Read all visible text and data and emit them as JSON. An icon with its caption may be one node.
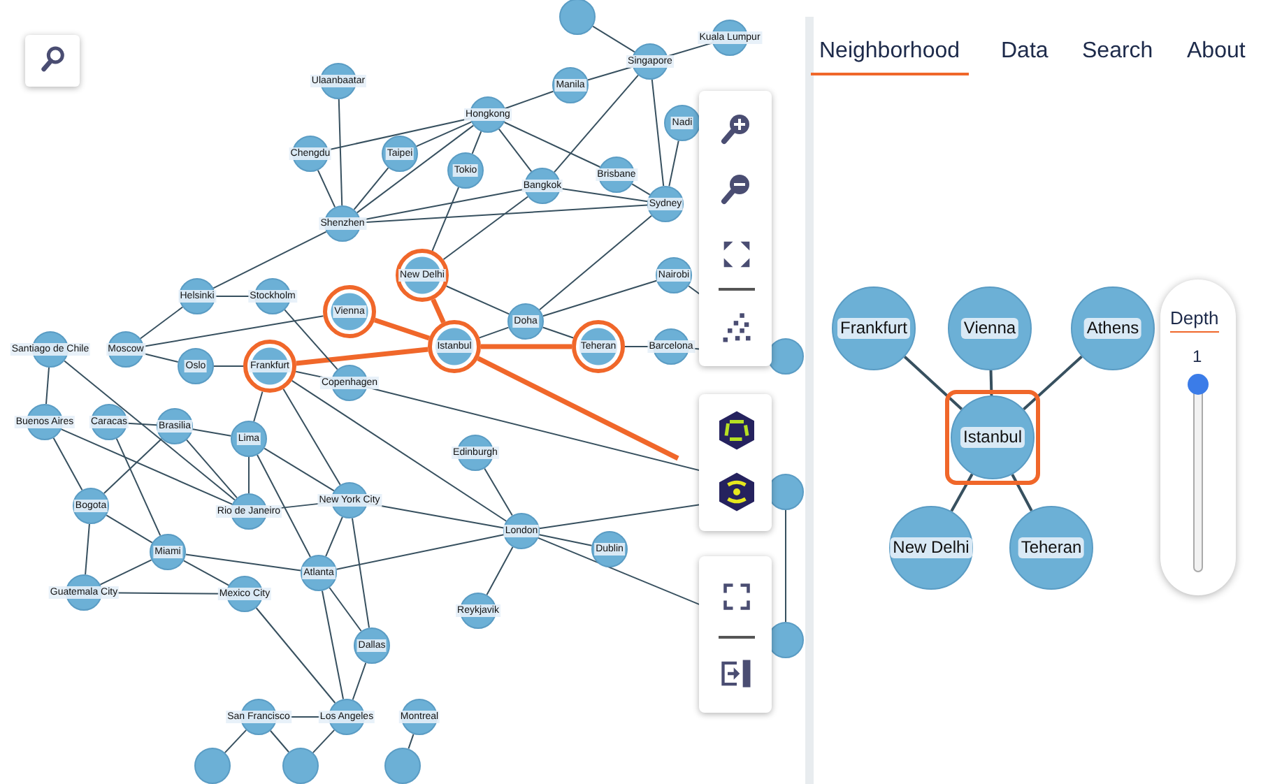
{
  "diagram": {
    "nodes": [
      {
        "text": [
          "Ulaanbaatar"
        ]
      },
      {
        "text": [
          "Chengdu"
        ]
      },
      {
        "text": [
          "Taipei"
        ]
      },
      {
        "text": [
          "Shenzhen"
        ]
      },
      {
        "text": [
          "Hongkong"
        ]
      },
      {
        "text": [
          "Manila"
        ]
      },
      {
        "text": [
          "Singapore"
        ]
      },
      {
        "text": [
          "Kuala Lumpur"
        ]
      },
      {
        "text": [
          "Tokio"
        ]
      },
      {
        "text": [
          "Bangkok"
        ]
      },
      {
        "text": [
          "Brisbane"
        ]
      },
      {
        "text": [
          "Nadi"
        ]
      },
      {
        "text": [
          "Sydney"
        ]
      },
      {
        "text": [
          "New Delhi"
        ]
      },
      {
        "text": [
          "Vienna"
        ]
      },
      {
        "text": [
          "Istanbul"
        ]
      },
      {
        "text": [
          "Doha"
        ]
      },
      {
        "text": [
          "Teheran"
        ]
      },
      {
        "text": [
          "Nairobi"
        ]
      },
      {
        "text": [
          "Barcelona"
        ]
      },
      {
        "text": [
          "Helsinki"
        ]
      },
      {
        "text": [
          "Stockholm"
        ]
      },
      {
        "text": [
          "Moscow"
        ]
      },
      {
        "text": [
          "Oslo"
        ]
      },
      {
        "text": [
          "Frankfurt"
        ]
      },
      {
        "text": [
          "Copenhagen"
        ]
      },
      {
        "text": [
          "Santiago de Chile"
        ]
      },
      {
        "text": [
          "Buenos Aires"
        ]
      },
      {
        "text": [
          "Caracas"
        ]
      },
      {
        "text": [
          "Brasilia"
        ]
      },
      {
        "text": [
          "Lima"
        ]
      },
      {
        "text": [
          "Bogota"
        ]
      },
      {
        "text": [
          "Rio de Janeiro"
        ]
      },
      {
        "text": [
          "Miami"
        ]
      },
      {
        "text": [
          "New York City"
        ]
      },
      {
        "text": [
          "Guatemala City"
        ]
      },
      {
        "text": [
          "Mexico City"
        ]
      },
      {
        "text": [
          "Atlanta"
        ]
      },
      {
        "text": [
          "Dallas"
        ]
      },
      {
        "text": [
          "San Francisco"
        ]
      },
      {
        "text": [
          "Los Angeles"
        ]
      },
      {
        "text": [
          "Montreal"
        ]
      },
      {
        "text": [
          "Edinburgh"
        ]
      },
      {
        "text": [
          "London"
        ]
      },
      {
        "text": [
          "Dublin"
        ]
      },
      {
        "text": [
          "Reykjavik"
        ]
      },
      {
        "text": [],
        "shape": "circle"
      },
      {
        "text": [],
        "shape": "circle"
      },
      {
        "text": [],
        "shape": "circle"
      },
      {
        "text": [],
        "shape": "circle"
      },
      {
        "text": [],
        "shape": "circle"
      },
      {
        "text": [],
        "shape": "circle"
      },
      {
        "text": [],
        "shape": "circle"
      },
      {
        "text": [
          "Frankfurt"
        ]
      },
      {
        "text": [
          "Vienna"
        ]
      },
      {
        "text": [
          "Athens"
        ]
      },
      {
        "text": [
          "Istanbul"
        ]
      },
      {
        "text": [
          "New Delhi"
        ]
      },
      {
        "text": [
          "Teheran"
        ]
      }
    ],
    "edges": [
      {
        "from": 15,
        "to": 13,
        "arrow": "none",
        "style": "thick",
        "color": "#f0672a"
      },
      {
        "from": 15,
        "to": 14,
        "arrow": "none",
        "style": "thick",
        "color": "#f0672a"
      },
      {
        "from": 15,
        "to": 24,
        "arrow": "none",
        "style": "thick",
        "color": "#f0672a"
      },
      {
        "from": 15,
        "to": 17,
        "arrow": "none",
        "style": "thick",
        "color": "#f0672a"
      },
      {
        "from": 15,
        "to": null,
        "arrow": "none",
        "style": "thick",
        "color": "#f0672a"
      },
      {
        "from": 0,
        "to": 3,
        "arrow": "none"
      },
      {
        "from": 1,
        "to": 3,
        "arrow": "none"
      },
      {
        "from": 1,
        "to": 4,
        "arrow": "none"
      },
      {
        "from": 2,
        "to": 3,
        "arrow": "none"
      },
      {
        "from": 2,
        "to": 4,
        "arrow": "none"
      },
      {
        "from": 3,
        "to": 4,
        "arrow": "none"
      },
      {
        "from": 3,
        "to": 9,
        "arrow": "none"
      },
      {
        "from": 3,
        "to": 12,
        "arrow": "none"
      },
      {
        "from": 3,
        "to": 20,
        "arrow": "none"
      },
      {
        "from": 4,
        "to": 5,
        "arrow": "none"
      },
      {
        "from": 4,
        "to": 8,
        "arrow": "none"
      },
      {
        "from": 4,
        "to": 9,
        "arrow": "none"
      },
      {
        "from": 4,
        "to": 10,
        "arrow": "none"
      },
      {
        "from": 5,
        "to": 6,
        "arrow": "none"
      },
      {
        "from": 6,
        "to": 7,
        "arrow": "none"
      },
      {
        "from": 6,
        "to": 9,
        "arrow": "none"
      },
      {
        "from": 6,
        "to": 12,
        "arrow": "none"
      },
      {
        "from": 46,
        "to": 6,
        "arrow": "none"
      },
      {
        "from": 11,
        "to": 12,
        "arrow": "none"
      },
      {
        "from": 10,
        "to": 12,
        "arrow": "none"
      },
      {
        "from": 9,
        "to": 12,
        "arrow": "none"
      },
      {
        "from": 8,
        "to": 13,
        "arrow": "none"
      },
      {
        "from": 9,
        "to": 13,
        "arrow": "none"
      },
      {
        "from": 13,
        "to": 16,
        "arrow": "none"
      },
      {
        "from": 16,
        "to": 12,
        "arrow": "none"
      },
      {
        "from": 16,
        "to": 18,
        "arrow": "none"
      },
      {
        "from": 15,
        "to": 16,
        "arrow": "none"
      },
      {
        "from": 16,
        "to": 17,
        "arrow": "none"
      },
      {
        "from": 17,
        "to": 19,
        "arrow": "none"
      },
      {
        "from": 19,
        "to": 47,
        "arrow": "none"
      },
      {
        "from": 18,
        "to": 47,
        "arrow": "none"
      },
      {
        "from": 20,
        "to": 21,
        "arrow": "none"
      },
      {
        "from": 20,
        "to": 22,
        "arrow": "none"
      },
      {
        "from": 21,
        "to": 25,
        "arrow": "none"
      },
      {
        "from": 22,
        "to": 14,
        "arrow": "none"
      },
      {
        "from": 22,
        "to": 23,
        "arrow": "none"
      },
      {
        "from": 23,
        "to": 24,
        "arrow": "none"
      },
      {
        "from": 24,
        "to": 25,
        "arrow": "none"
      },
      {
        "from": 24,
        "to": 30,
        "arrow": "none"
      },
      {
        "from": 24,
        "to": 34,
        "arrow": "none"
      },
      {
        "from": 24,
        "to": 43,
        "arrow": "none"
      },
      {
        "from": 25,
        "to": 48,
        "arrow": "none"
      },
      {
        "from": 26,
        "to": 27,
        "arrow": "none"
      },
      {
        "from": 26,
        "to": 32,
        "arrow": "none"
      },
      {
        "from": 27,
        "to": 32,
        "arrow": "none"
      },
      {
        "from": 27,
        "to": 31,
        "arrow": "none"
      },
      {
        "from": 28,
        "to": 29,
        "arrow": "none"
      },
      {
        "from": 28,
        "to": 33,
        "arrow": "none"
      },
      {
        "from": 29,
        "to": 30,
        "arrow": "none"
      },
      {
        "from": 29,
        "to": 32,
        "arrow": "none"
      },
      {
        "from": 29,
        "to": 31,
        "arrow": "none"
      },
      {
        "from": 30,
        "to": 32,
        "arrow": "none"
      },
      {
        "from": 30,
        "to": 34,
        "arrow": "none"
      },
      {
        "from": 30,
        "to": 37,
        "arrow": "none"
      },
      {
        "from": 31,
        "to": 33,
        "arrow": "none"
      },
      {
        "from": 31,
        "to": 35,
        "arrow": "none"
      },
      {
        "from": 33,
        "to": 35,
        "arrow": "none"
      },
      {
        "from": 33,
        "to": 36,
        "arrow": "none"
      },
      {
        "from": 33,
        "to": 37,
        "arrow": "none"
      },
      {
        "from": 35,
        "to": 36,
        "arrow": "none"
      },
      {
        "from": 32,
        "to": 34,
        "arrow": "none"
      },
      {
        "from": 34,
        "to": 37,
        "arrow": "none"
      },
      {
        "from": 34,
        "to": 38,
        "arrow": "none"
      },
      {
        "from": 37,
        "to": 38,
        "arrow": "none"
      },
      {
        "from": 37,
        "to": 40,
        "arrow": "none"
      },
      {
        "from": 38,
        "to": 40,
        "arrow": "none"
      },
      {
        "from": 36,
        "to": 40,
        "arrow": "none"
      },
      {
        "from": 39,
        "to": 40,
        "arrow": "none"
      },
      {
        "from": 39,
        "to": 50,
        "arrow": "none"
      },
      {
        "from": 39,
        "to": 51,
        "arrow": "none"
      },
      {
        "from": 40,
        "to": 51,
        "arrow": "none"
      },
      {
        "from": 41,
        "to": 52,
        "arrow": "none"
      },
      {
        "from": 42,
        "to": 43,
        "arrow": "none"
      },
      {
        "from": 43,
        "to": 44,
        "arrow": "none"
      },
      {
        "from": 43,
        "to": 45,
        "arrow": "none"
      },
      {
        "from": 43,
        "to": 34,
        "arrow": "none"
      },
      {
        "from": 43,
        "to": 48,
        "arrow": "none"
      },
      {
        "from": 43,
        "to": 49,
        "arrow": "none"
      },
      {
        "from": 37,
        "to": 43,
        "arrow": "none"
      },
      {
        "from": 48,
        "to": 49,
        "arrow": "none"
      },
      {
        "from": 56,
        "to": 53,
        "arrow": "none"
      },
      {
        "from": 56,
        "to": 54,
        "arrow": "none"
      },
      {
        "from": 56,
        "to": 55,
        "arrow": "none"
      },
      {
        "from": 56,
        "to": 57,
        "arrow": "none"
      },
      {
        "from": 56,
        "to": 58,
        "arrow": "none"
      }
    ],
    "labels": [
      "Neighborhood",
      "Data",
      "Search",
      "About",
      "Depth",
      "1"
    ]
  }
}
